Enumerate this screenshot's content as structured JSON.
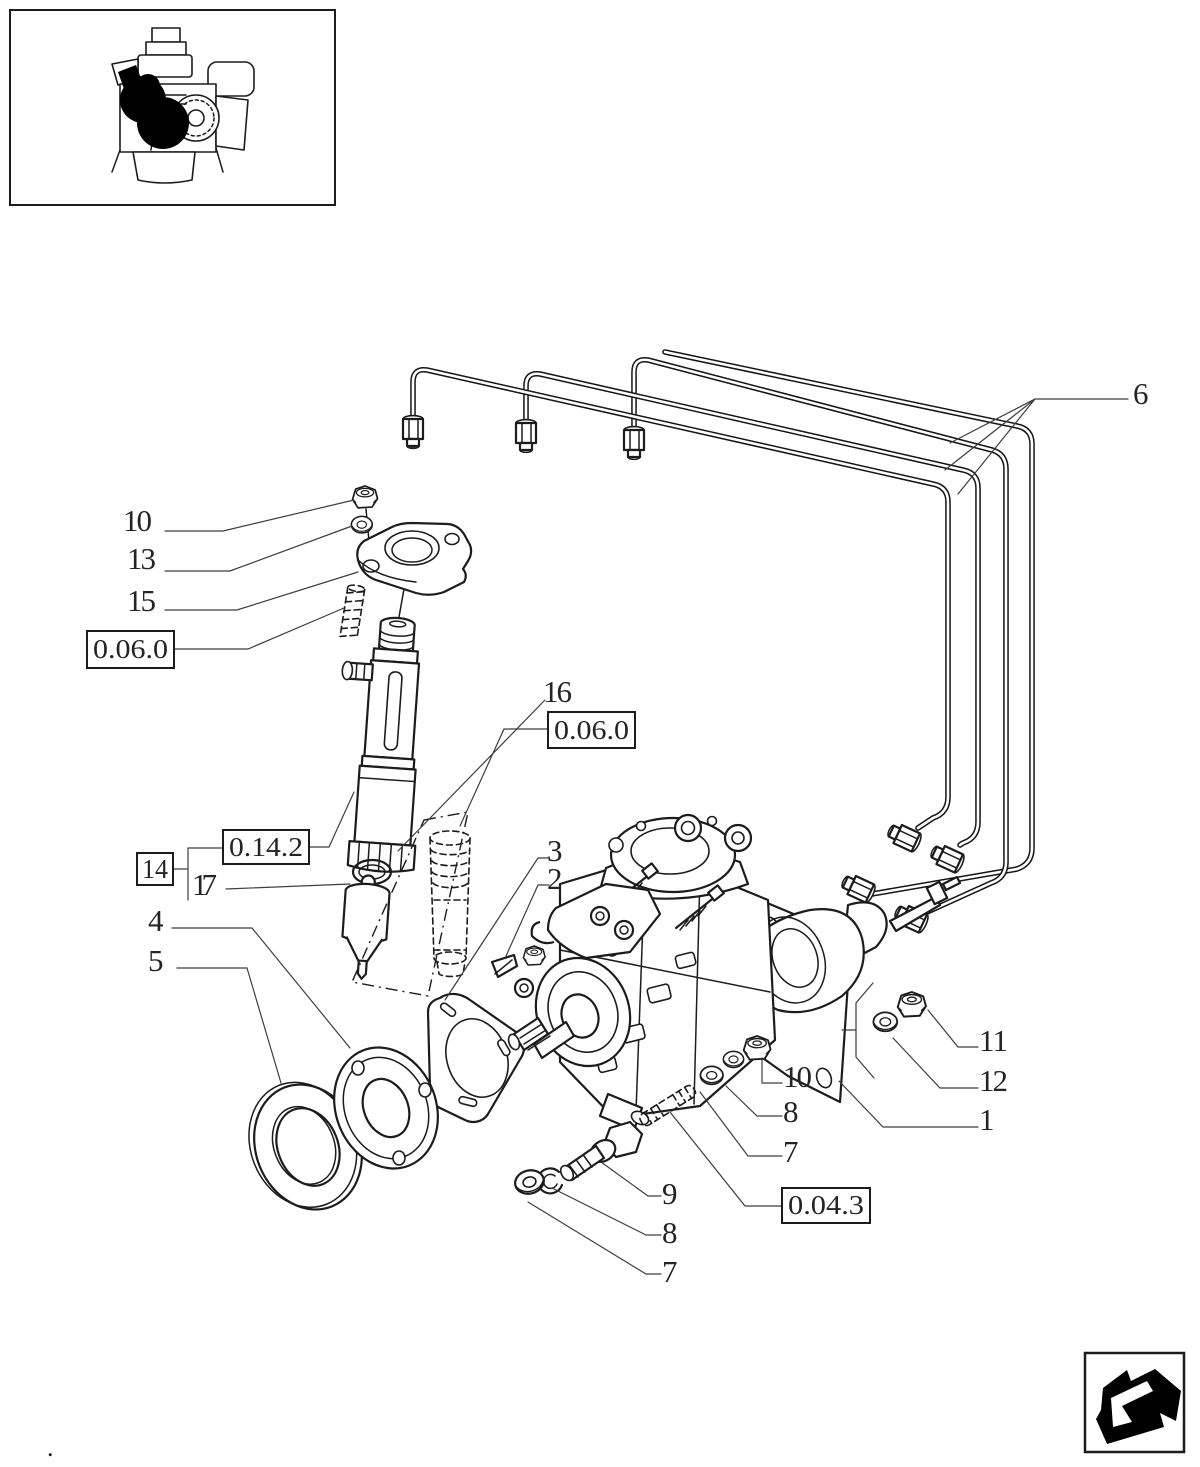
{
  "colors": {
    "ink": "#1c1c1c",
    "leader": "#3d3d3d",
    "background": "#ffffff",
    "highlight_blob": "#000000"
  },
  "callouts": {
    "1": "1",
    "2": "2",
    "3": "3",
    "4": "4",
    "5": "5",
    "6": "6",
    "7": "7",
    "8": "8",
    "9": "9",
    "10": "10",
    "11": "11",
    "12": "12",
    "13": "13",
    "14": "14",
    "15": "15",
    "16": "16",
    "17": "17"
  },
  "ref_boxes": {
    "injector_section": "0.06.0",
    "nozzle_section": "0.14.2",
    "engine_section": "0.04.3"
  },
  "footer": {
    "mark": "."
  },
  "icons": {
    "nav_arrow": "page-back-arrow-icon",
    "thumbnail": "engine-location-thumbnail"
  }
}
